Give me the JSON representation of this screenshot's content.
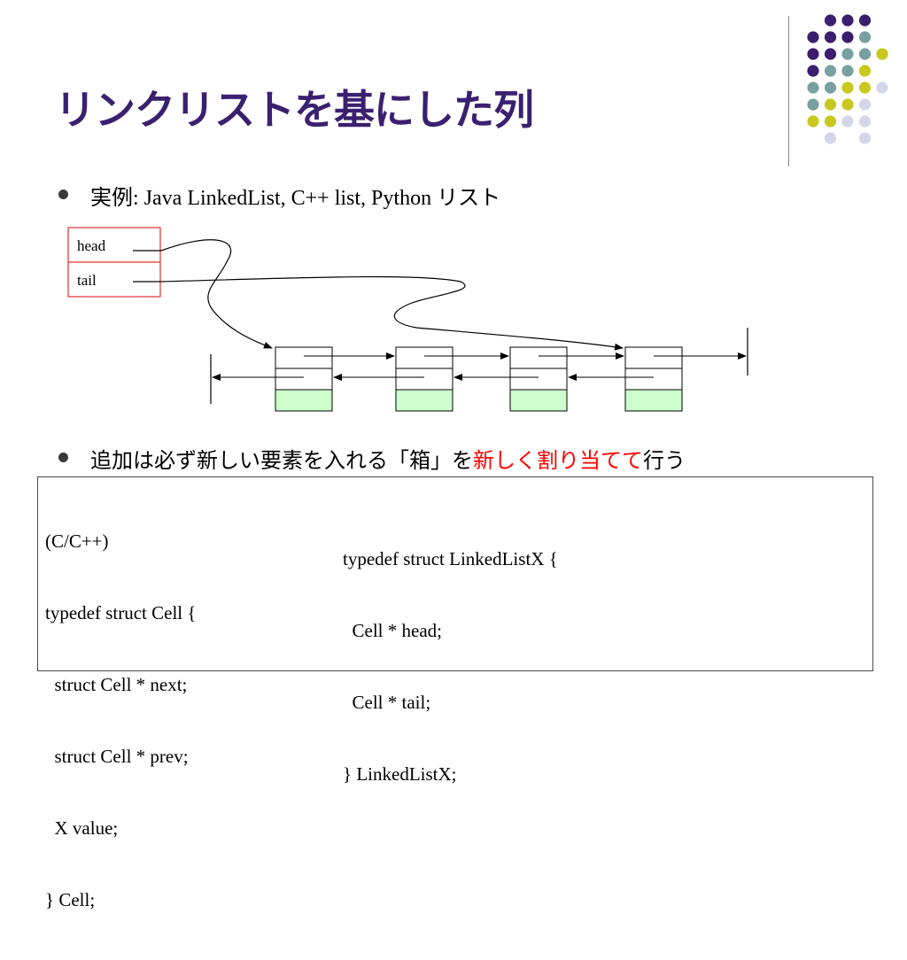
{
  "title": "リンクリストを基にした列",
  "bullet1": {
    "prefix": "実例",
    "text": ": Java LinkedList, C++ list, Python ",
    "suffix": "リスト"
  },
  "diagram": {
    "head_label": "head",
    "tail_label": "tail"
  },
  "bullet2": {
    "before": "追加は必ず新しい要素を入れる「箱」を",
    "highlight": "新しく割り当てて",
    "after": "行う"
  },
  "code_left": [
    "(C/C++)",
    "typedef struct Cell {",
    "  struct Cell * next;",
    "  struct Cell * prev;",
    "  X value;",
    "} Cell;"
  ],
  "code_right": [
    "typedef struct LinkedListX {",
    "  Cell * head;",
    "  Cell * tail;",
    "} LinkedListX;"
  ],
  "colors": {
    "title": "#3b2070",
    "purple": "#3b1e6e",
    "teal": "#78a0a0",
    "yellow": "#c8c81e",
    "lavender": "#d6d6ea",
    "value_cell": "#ccffcc",
    "struct_border": "#e03030",
    "highlight": "#ff0000"
  }
}
